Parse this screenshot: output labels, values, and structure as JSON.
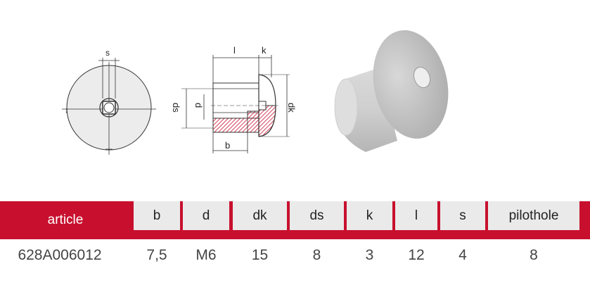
{
  "drawing": {
    "labels": {
      "s": "s",
      "l": "l",
      "k": "k",
      "ds": "ds",
      "d": "d",
      "dk": "dk",
      "b": "b"
    }
  },
  "table": {
    "headers": [
      "article",
      "b",
      "d",
      "dk",
      "ds",
      "k",
      "l",
      "s",
      "pilothole"
    ],
    "row": [
      "628A006012",
      "7,5",
      "M6",
      "15",
      "8",
      "3",
      "12",
      "4",
      "8"
    ]
  },
  "colors": {
    "accent": "#c8102e",
    "header_bg": "#eaeaea",
    "part_grey": "#c9c9c9"
  }
}
